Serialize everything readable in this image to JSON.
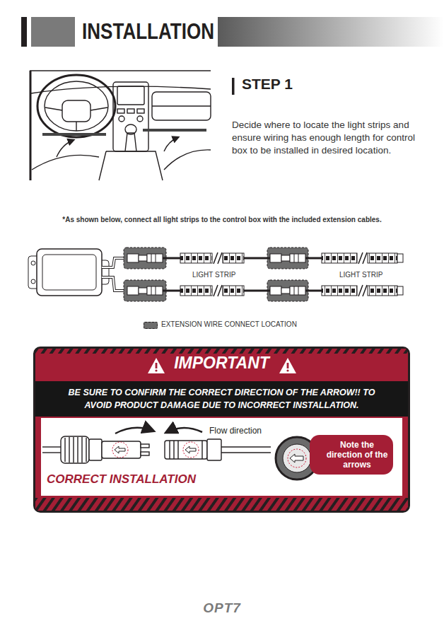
{
  "diagram": {
    "title": "INSTALLATION",
    "nodes": [
      {
        "text": [
          "IMPORTANT"
        ]
      },
      {
        "text": [
          "BE SURE TO CONFIRM THE CORRECT DIRECTION OF THE ARROW!! TO AVOID PRODUCT DAMAGE DUE TO INCORRECT INSTALLATION."
        ],
        "in": 0
      },
      {
        "text": [
          "CORRECT INSTALLATION"
        ],
        "in": 0
      },
      {
        "text": [
          "Note the direction of the arrows"
        ],
        "in": 2
      }
    ],
    "labels": [
      "STEP 1",
      "Decide where to locate the light strips and ensure wiring has enough length for control box to be installed in desired location.",
      "*As shown below, connect all light strips to the control box with the included extension cables.",
      "LIGHT STRIP",
      "LIGHT STRIP",
      "Flow direction",
      "OPT7"
    ],
    "legend": [
      {
        "text": "EXTENSION WIRE CONNECT LOCATION",
        "color": "#6d6d6d"
      }
    ]
  }
}
